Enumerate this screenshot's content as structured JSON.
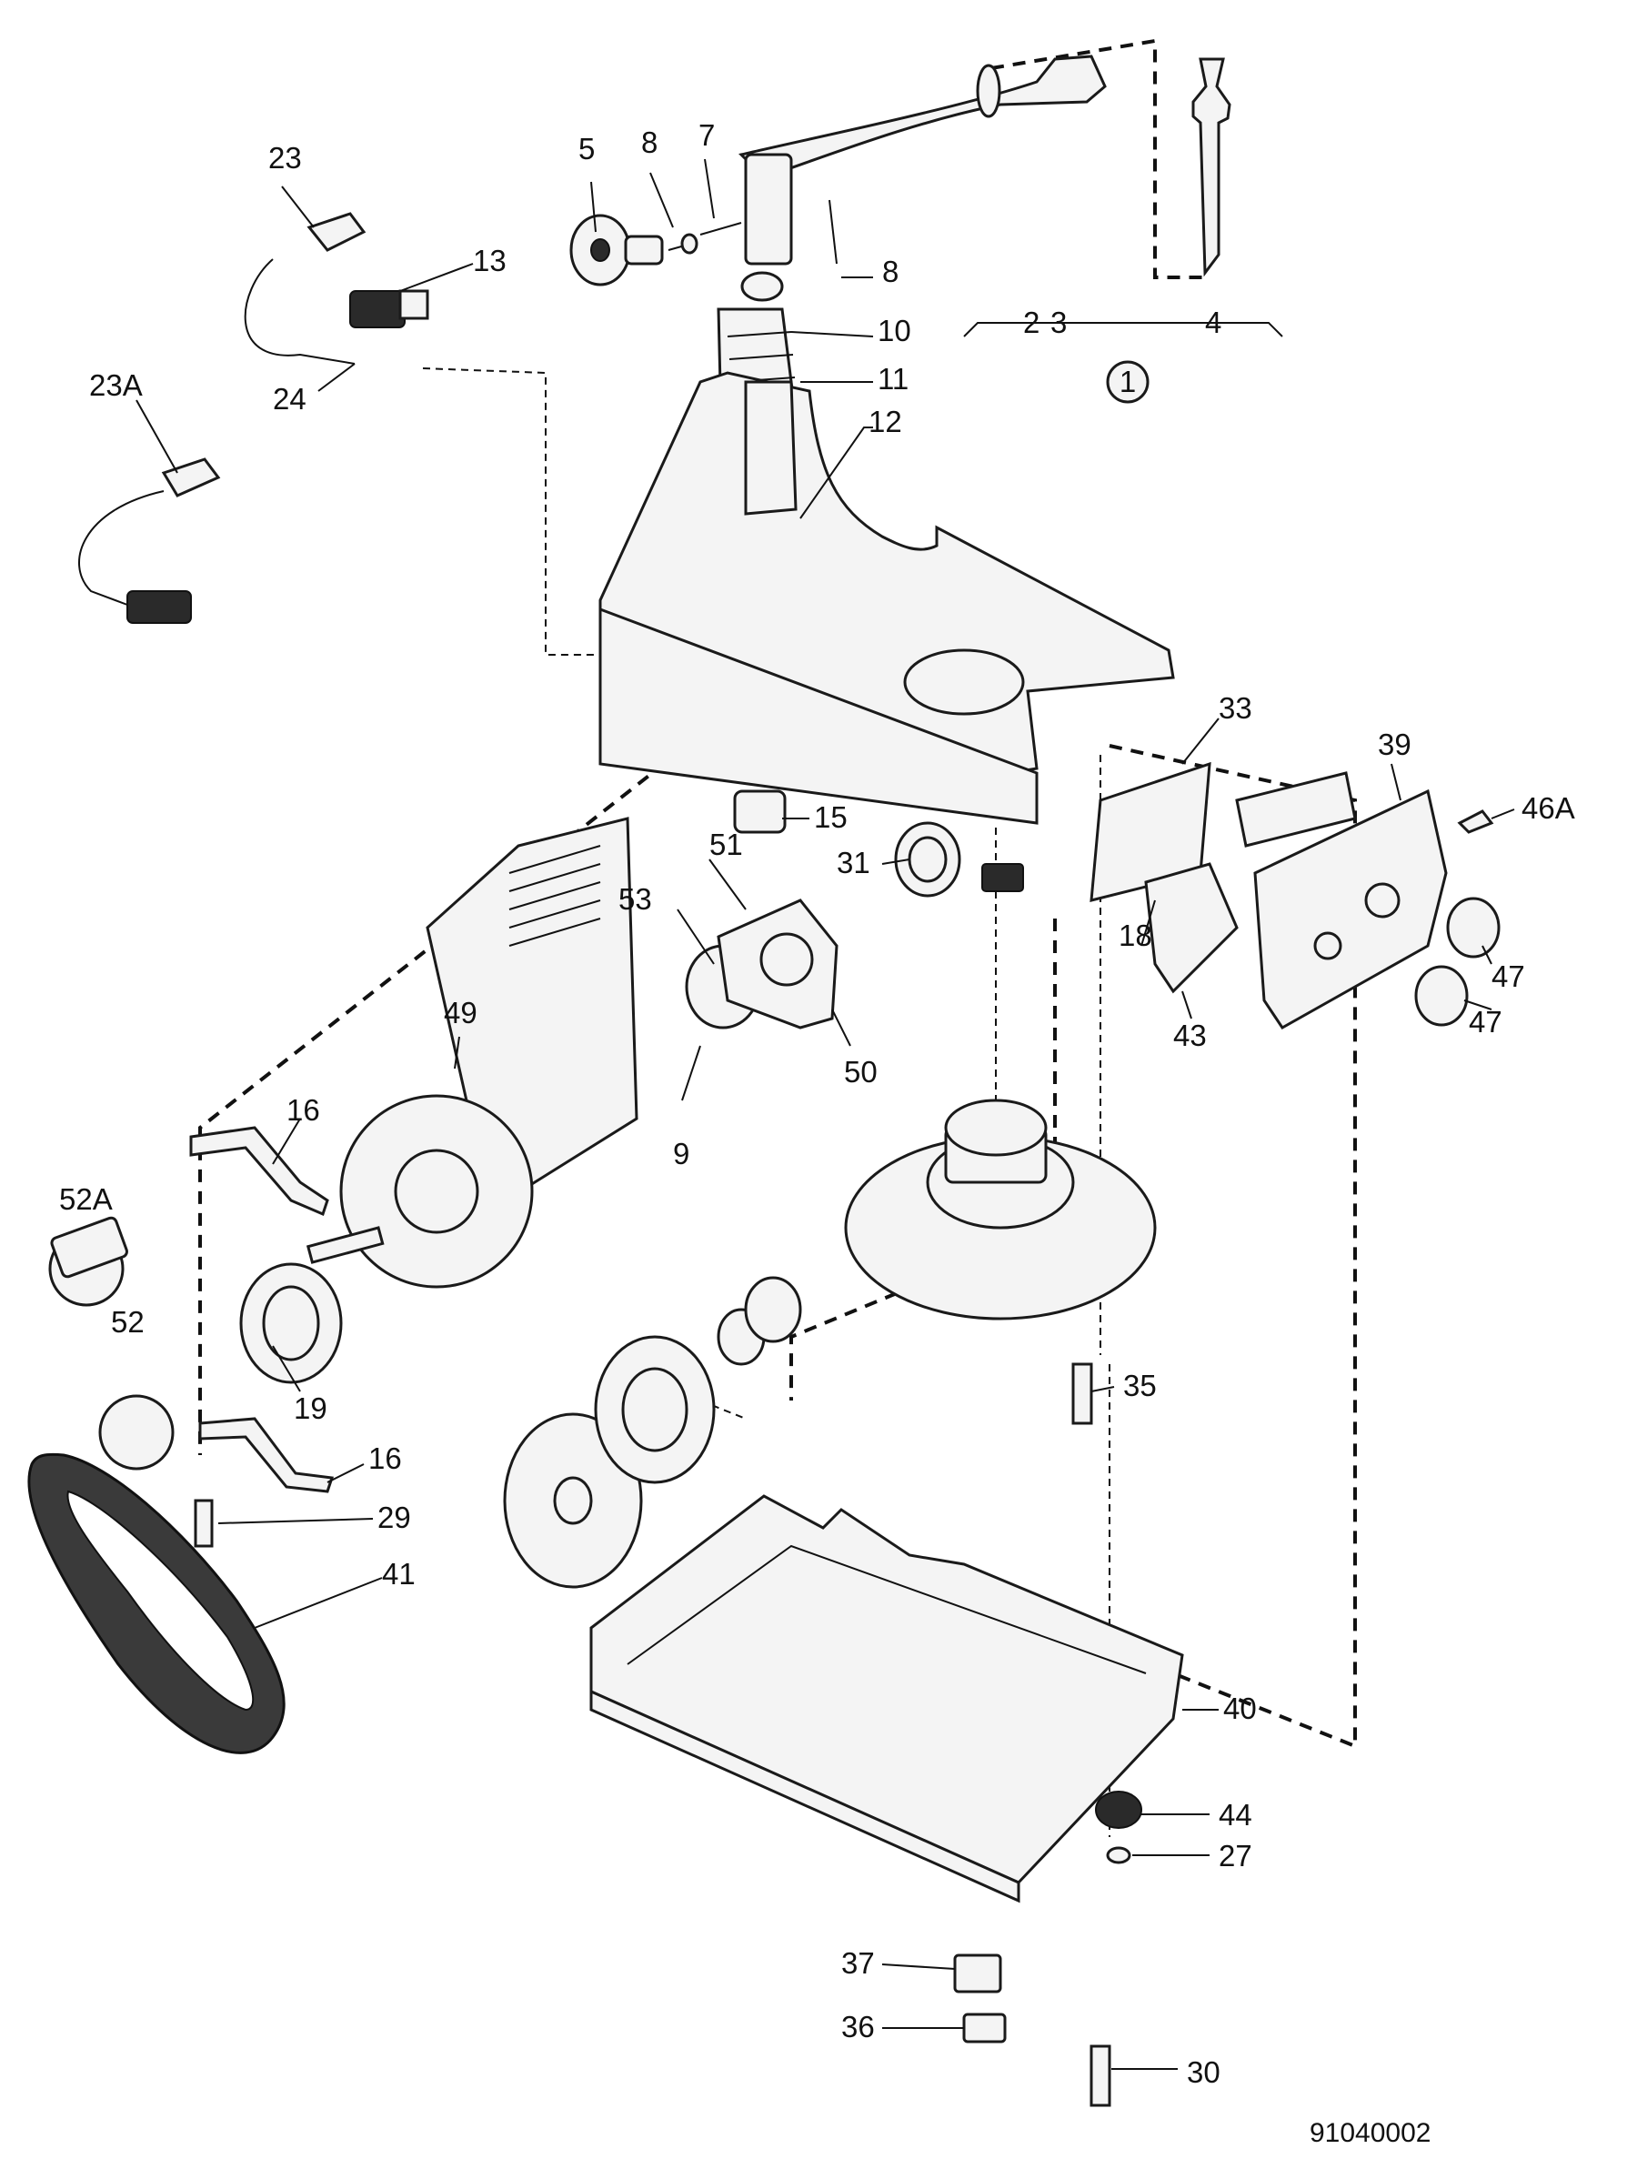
{
  "diagram": {
    "reference_code": "91040002",
    "group_marker": "1",
    "labels": {
      "p2": "2",
      "p3": "3",
      "p4": "4",
      "p5": "5",
      "p7": "7",
      "p8a": "8",
      "p8b": "8",
      "p9": "9",
      "p10": "10",
      "p11": "11",
      "p12": "12",
      "p13": "13",
      "p15": "15",
      "p16a": "16",
      "p16b": "16",
      "p18": "18",
      "p19": "19",
      "p23": "23",
      "p23a": "23A",
      "p24": "24",
      "p27": "27",
      "p29": "29",
      "p30": "30",
      "p31": "31",
      "p33": "33",
      "p35": "35",
      "p36": "36",
      "p37": "37",
      "p39": "39",
      "p40": "40",
      "p41": "41",
      "p43": "43",
      "p44": "44",
      "p46a": "46A",
      "p47a": "47",
      "p47b": "47",
      "p49": "49",
      "p50": "50",
      "p51": "51",
      "p52": "52",
      "p52a": "52A",
      "p53": "53"
    }
  }
}
